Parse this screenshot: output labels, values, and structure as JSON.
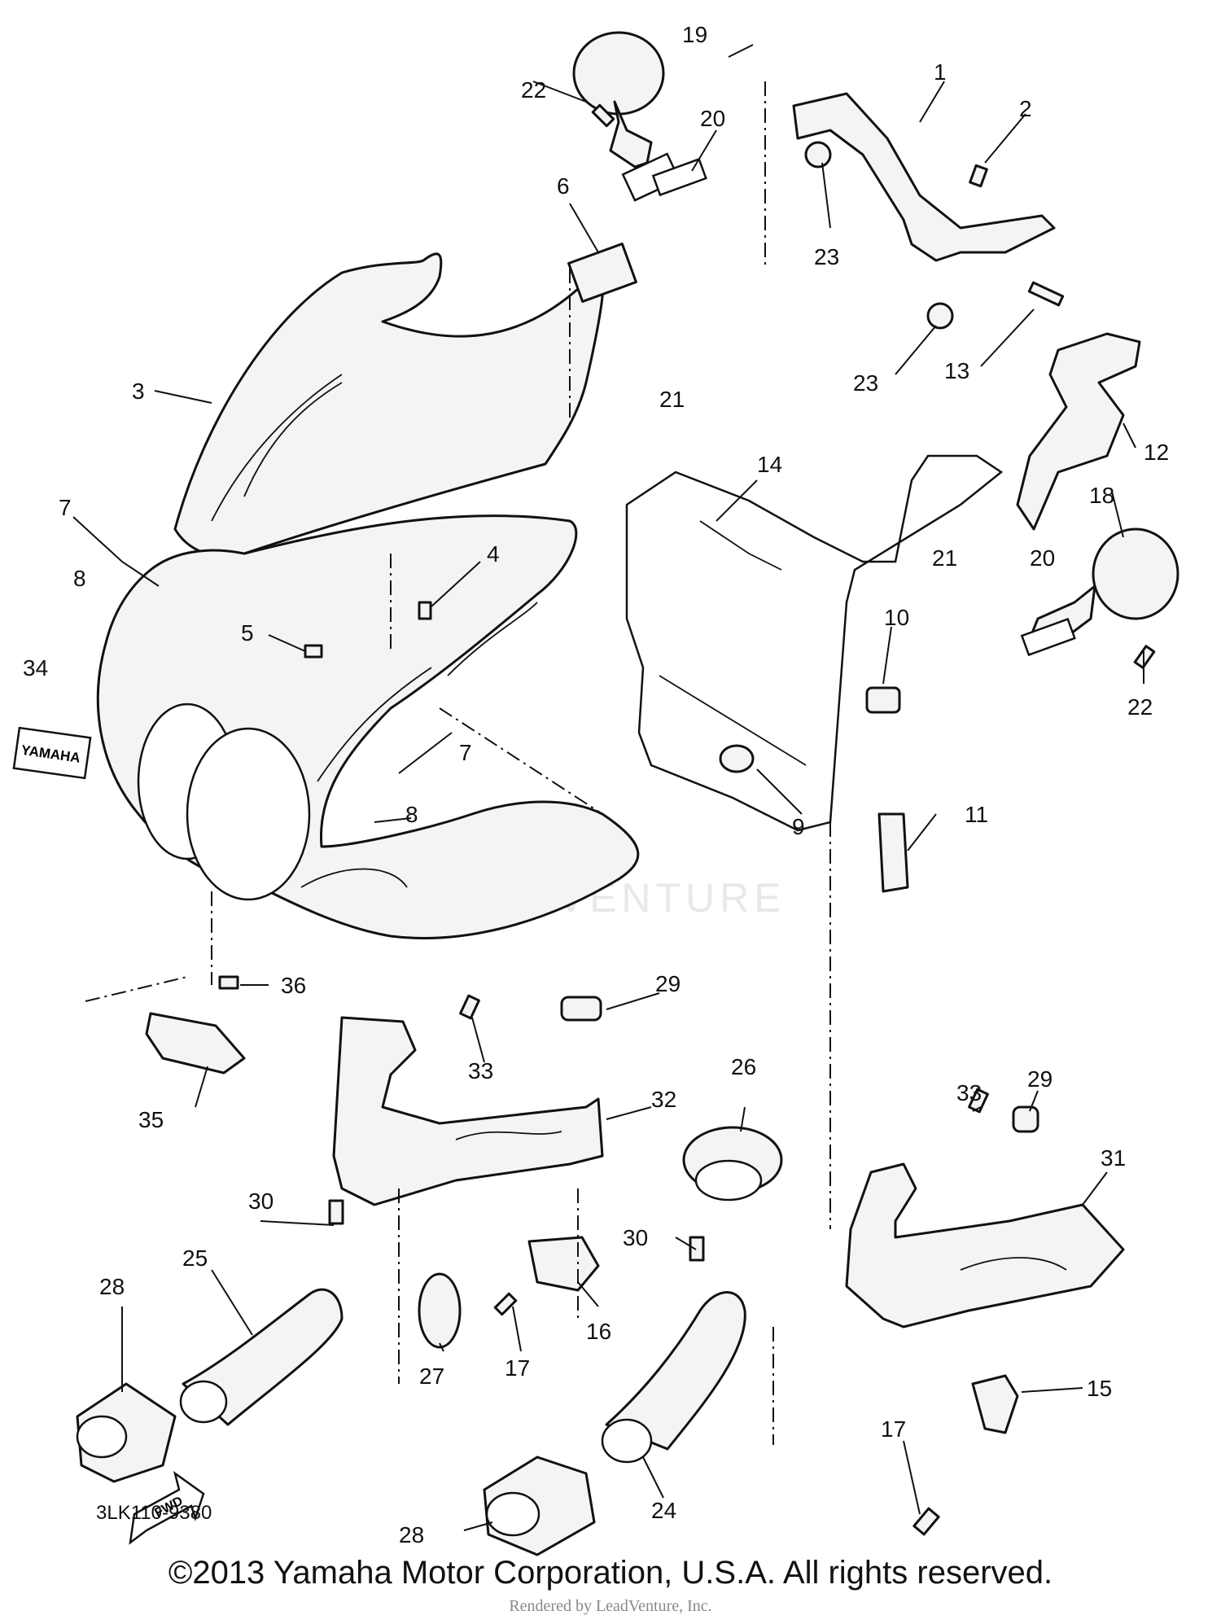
{
  "diagram": {
    "diagram_code": "3LK110-9380",
    "copyright": "©2013 Yamaha Motor Corporation, U.S.A. All rights reserved.",
    "render_note": "Rendered by LeadVenture, Inc.",
    "watermark": "LEADVENTURE",
    "logo_text": "YAMAHA",
    "fwd_label": "FWD",
    "callouts": [
      "1",
      "2",
      "3",
      "4",
      "5",
      "6",
      "7",
      "8",
      "9",
      "10",
      "11",
      "12",
      "13",
      "14",
      "15",
      "16",
      "17",
      "18",
      "19",
      "20",
      "21",
      "22",
      "23",
      "24",
      "25",
      "26",
      "27",
      "28",
      "29",
      "30",
      "31",
      "32",
      "33",
      "34",
      "35",
      "36"
    ]
  }
}
